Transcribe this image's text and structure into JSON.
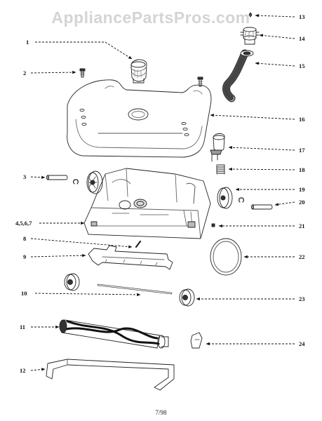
{
  "watermark": "AppliancePartsPros.com",
  "footer": "7/98",
  "callouts": [
    {
      "id": "13",
      "text": "13"
    },
    {
      "id": "14",
      "text": "14"
    },
    {
      "id": "1",
      "text": "1"
    },
    {
      "id": "15",
      "text": "15"
    },
    {
      "id": "2",
      "text": "2"
    },
    {
      "id": "16",
      "text": "16"
    },
    {
      "id": "17",
      "text": "17"
    },
    {
      "id": "3",
      "text": "3"
    },
    {
      "id": "18",
      "text": "18"
    },
    {
      "id": "19",
      "text": "19"
    },
    {
      "id": "20",
      "text": "20"
    },
    {
      "id": "4567",
      "text": "4,5,6,7"
    },
    {
      "id": "21",
      "text": "21"
    },
    {
      "id": "8",
      "text": "8"
    },
    {
      "id": "9",
      "text": "9"
    },
    {
      "id": "22",
      "text": "22"
    },
    {
      "id": "10",
      "text": "10"
    },
    {
      "id": "23",
      "text": "23"
    },
    {
      "id": "11",
      "text": "11"
    },
    {
      "id": "24",
      "text": "24"
    },
    {
      "id": "12",
      "text": "12"
    }
  ]
}
